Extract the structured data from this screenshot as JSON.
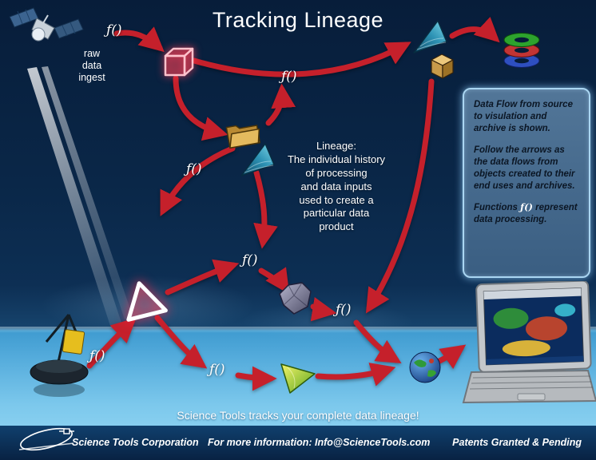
{
  "title": "Tracking Lineage",
  "labels": {
    "fn": "ƒ()",
    "raw_data": [
      "raw",
      "data",
      "ingest"
    ]
  },
  "lineage_note": {
    "lines": [
      "Lineage:",
      "The individual history",
      "of processing",
      "and data inputs",
      "used to create a",
      "particular data",
      "product"
    ]
  },
  "info_panel": {
    "p1": "Data Flow from source to visulation and archive is shown.",
    "p2": "Follow the arrows as the data flows from objects created to their end uses and archives.",
    "p3_prefix": "Functions ",
    "p3_fn": "ƒ()",
    "p3_suffix": " represent data processing."
  },
  "tagline": "Science Tools tracks your complete data lineage!",
  "footer": {
    "company": "Science Tools Corporation",
    "contact": "For more information: Info@ScienceTools.com",
    "patents": "Patents Granted & Pending"
  },
  "colors": {
    "background_navy": "#0a2748",
    "water_blue": "#55acdc",
    "arrow_red": "#c5202b",
    "panel_background": "#44688c",
    "panel_border": "#aad6f2"
  },
  "icons": [
    "satellite-image",
    "function-symbol",
    "data-cube-icon",
    "folder-icon",
    "shell-object-icon",
    "rock-object-icon",
    "cone-object-icon",
    "globe-icon",
    "database-archive-icon",
    "package-icon",
    "laptop-image",
    "buoy-image",
    "satellite-logo",
    "flow-arrow",
    "light-beam"
  ]
}
